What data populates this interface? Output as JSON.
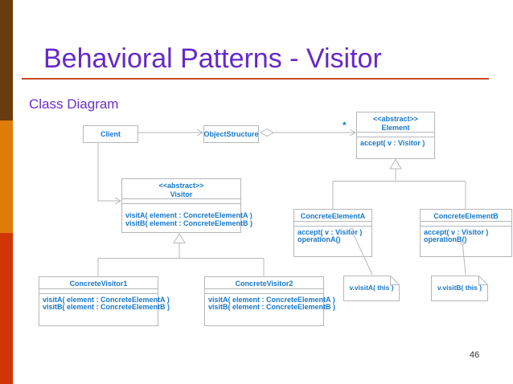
{
  "slide": {
    "title": "Behavioral Patterns - Visitor",
    "subtitle": "Class Diagram",
    "page_number": "46"
  },
  "colors": {
    "title_purple": "#6629c8",
    "diagram_text_blue": "#1778cc",
    "connector_gray": "#b4b8bc",
    "title_rule_orange": "#c74a21",
    "strip_brown": "#6a3a0f",
    "strip_orange": "#e07c08",
    "strip_red": "#d23505"
  },
  "diagram": {
    "multiplicity_star": "*",
    "classes": {
      "client": {
        "name": "Client"
      },
      "object_structure": {
        "name": "ObjectStructure"
      },
      "element": {
        "stereotype": "<<abstract>>",
        "name": "Element",
        "operations": [
          "accept( v : Visitor )"
        ]
      },
      "visitor": {
        "stereotype": "<<abstract>>",
        "name": "Visitor",
        "operations": [
          "visitA( element : ConcreteElementA )",
          "visitB( element : ConcreteElementB )"
        ]
      },
      "concrete_element_a": {
        "name": "ConcreteElementA",
        "operations": [
          "accept( v : Visitor )",
          "operationA()"
        ]
      },
      "concrete_element_b": {
        "name": "ConcreteElementB",
        "operations": [
          "accept( v : Visitor )",
          "operationB()"
        ]
      },
      "concrete_visitor_1": {
        "name": "ConcreteVisitor1",
        "operations": [
          "visitA( element : ConcreteElementA )",
          "visitB( element : ConcreteElementB )"
        ]
      },
      "concrete_visitor_2": {
        "name": "ConcreteVisitor2",
        "operations": [
          "visitA( element : ConcreteElementA )",
          "visitB( element : ConcreteElementB )"
        ]
      }
    },
    "notes": {
      "note_a": "v.visitA( this )",
      "note_b": "v.visitB( this )"
    }
  }
}
